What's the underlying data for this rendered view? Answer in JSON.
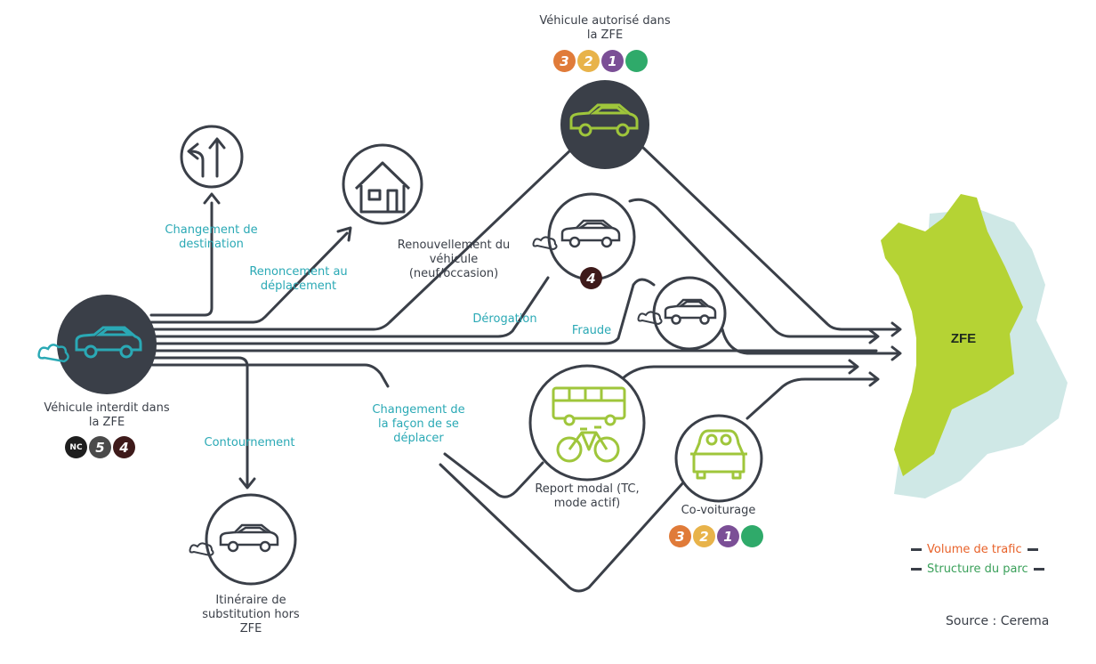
{
  "labels": {
    "vehicule_interdit": "Véhicule interdit dans la ZFE",
    "vehicule_autorise": "Véhicule autorisé dans la ZFE",
    "changement_destination": "Changement de destination",
    "renoncement": "Renoncement au déplacement",
    "renouvellement": "Renouvellement du véhicule (neuf/occasion)",
    "derogation": "Dérogation",
    "fraude": "Fraude",
    "changement_facon": "Changement de la façon de se déplacer",
    "contournement": "Contournement",
    "itineraire": "Itinéraire de substitution hors ZFE",
    "report_modal": "Report modal (TC, mode actif)",
    "covoiturage": "Co-voiturage",
    "zfe": "ZFE"
  },
  "badges": {
    "interdit": [
      {
        "text": "NC",
        "color": "#1e1e1e"
      },
      {
        "text": "5",
        "color": "#4a4a4a"
      },
      {
        "text": "4",
        "color": "#3e1a1a"
      }
    ],
    "autorise": [
      {
        "text": "3",
        "color": "#e07b39"
      },
      {
        "text": "2",
        "color": "#e8b34a"
      },
      {
        "text": "1",
        "color": "#7b4f96"
      },
      {
        "text": "",
        "color": "#2faa6a"
      }
    ],
    "derogation": [
      {
        "text": "4",
        "color": "#3e1a1a"
      }
    ],
    "covoiturage": [
      {
        "text": "3",
        "color": "#e07b39"
      },
      {
        "text": "2",
        "color": "#e8b34a"
      },
      {
        "text": "1",
        "color": "#7b4f96"
      },
      {
        "text": "",
        "color": "#2faa6a"
      }
    ]
  },
  "legend": {
    "volume": "Volume de trafic",
    "structure": "Structure du parc",
    "volume_color": "#e8622a",
    "structure_color": "#3aa05a"
  },
  "source": "Source : Cerema",
  "colors": {
    "line": "#3a3f48",
    "teal": "#2aa9b5",
    "green": "#9fc63b",
    "zfe_fill": "#b5d334",
    "zfe_light": "#cfe8e6"
  }
}
